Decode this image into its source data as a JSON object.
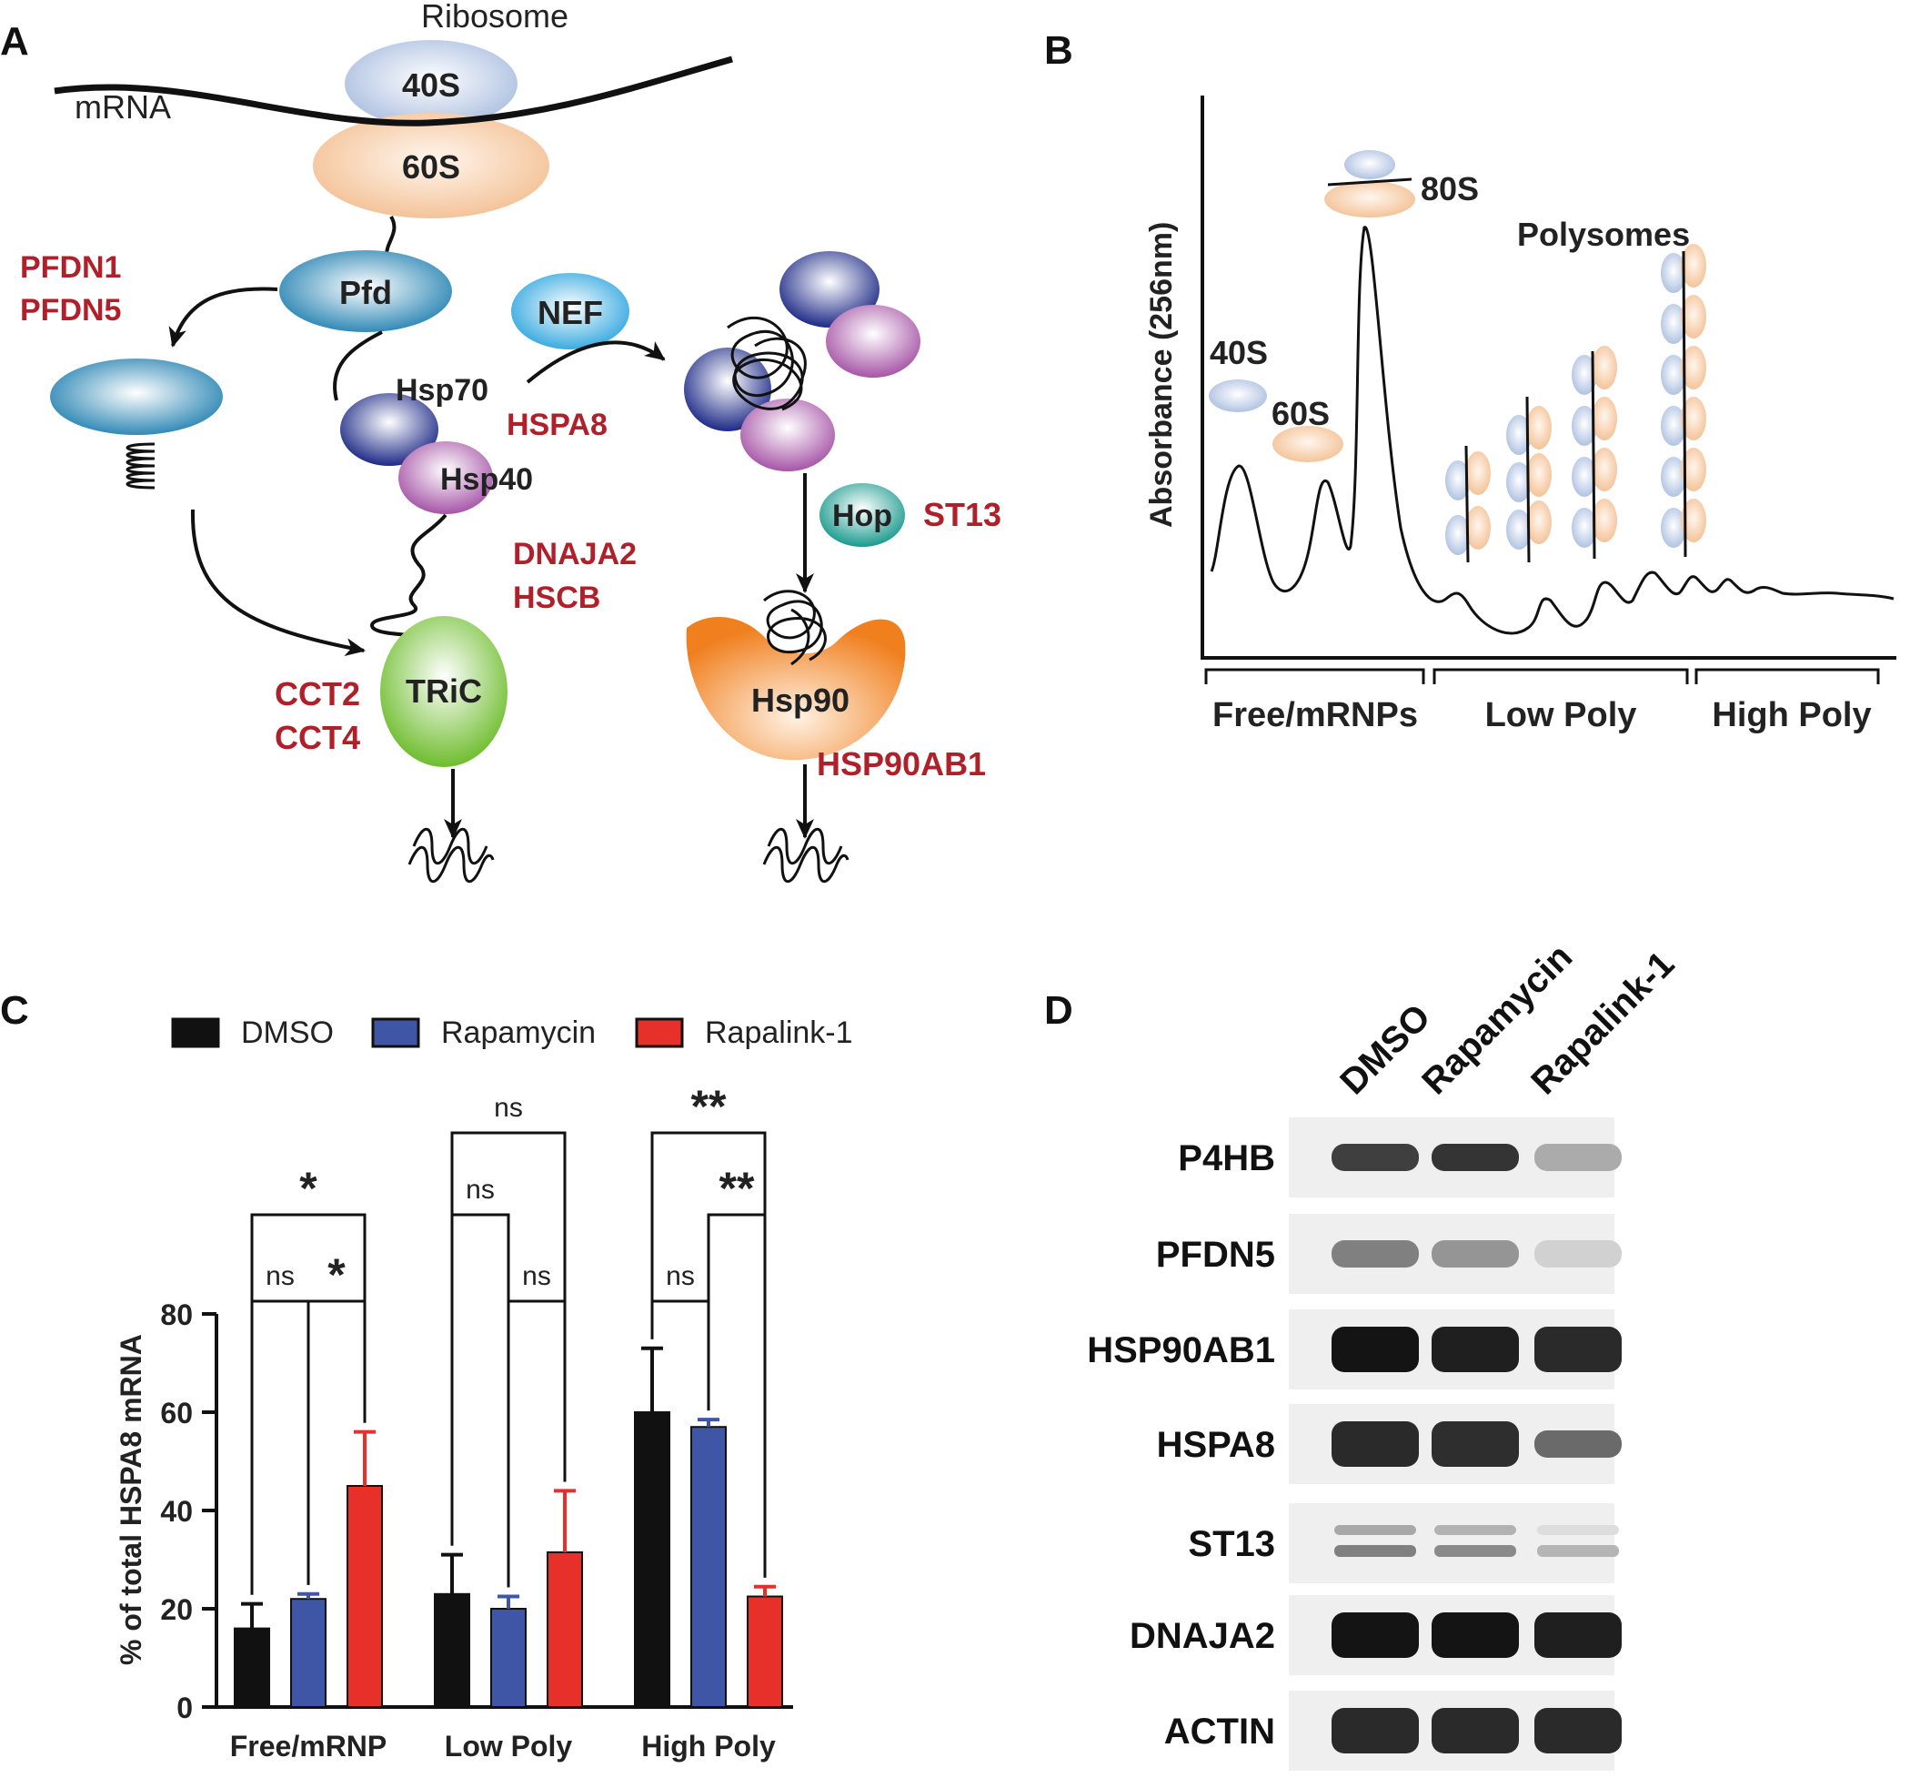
{
  "panels": {
    "a": "A",
    "b": "B",
    "c": "C",
    "d": "D"
  },
  "panel_a": {
    "ribosome": "Ribosome",
    "mrna": "mRNA",
    "sub40": "40S",
    "sub60": "60S",
    "pfd": "Pfd",
    "pfdn1": "PFDN1",
    "pfdn5": "PFDN5",
    "nef": "NEF",
    "hsp70": "Hsp70",
    "hspa8": "HSPA8",
    "hsp40": "Hsp40",
    "dnaja2": "DNAJA2",
    "hscb": "HSCB",
    "tric": "TRiC",
    "cct2": "CCT2",
    "cct4": "CCT4",
    "hop": "Hop",
    "st13": "ST13",
    "hsp90": "Hsp90",
    "hsp90ab1": "HSP90AB1"
  },
  "panel_b": {
    "ylabel": "Absorbance (256nm)",
    "peak40": "40S",
    "peak60": "60S",
    "peak80": "80S",
    "polysomes": "Polysomes",
    "fractions": [
      "Free/mRNPs",
      "Low Poly",
      "High Poly"
    ]
  },
  "chart_data": {
    "type": "bar",
    "title": "",
    "xlabel": "",
    "ylabel": "% of total HSPA8 mRNA",
    "ylim": [
      0,
      80
    ],
    "yticks": [
      "0",
      "20",
      "40",
      "60",
      "80"
    ],
    "categories": [
      "Free/mRNP",
      "Low Poly",
      "High Poly"
    ],
    "series": [
      {
        "name": "DMSO",
        "color": "#111111",
        "values": [
          16,
          23,
          60
        ],
        "errors": [
          5,
          8,
          13
        ]
      },
      {
        "name": "Rapamycin",
        "color": "#3f56a6",
        "values": [
          22,
          20,
          57
        ],
        "errors": [
          1,
          2.5,
          1.5
        ]
      },
      {
        "name": "Rapalink-1",
        "color": "#e8302a",
        "values": [
          45,
          31.5,
          22.5
        ],
        "errors": [
          11,
          12.5,
          2
        ]
      }
    ],
    "significance": [
      {
        "group": 0,
        "pair": [
          0,
          1
        ],
        "label": "ns",
        "tier": 1
      },
      {
        "group": 0,
        "pair": [
          1,
          2
        ],
        "label": "*",
        "tier": 1
      },
      {
        "group": 0,
        "pair": [
          0,
          2
        ],
        "label": "*",
        "tier": 2
      },
      {
        "group": 1,
        "pair": [
          0,
          1
        ],
        "label": "ns",
        "tier": 2
      },
      {
        "group": 1,
        "pair": [
          1,
          2
        ],
        "label": "ns",
        "tier": 1
      },
      {
        "group": 1,
        "pair": [
          0,
          2
        ],
        "label": "ns",
        "tier": 3
      },
      {
        "group": 2,
        "pair": [
          0,
          1
        ],
        "label": "ns",
        "tier": 1
      },
      {
        "group": 2,
        "pair": [
          1,
          2
        ],
        "label": "**",
        "tier": 2
      },
      {
        "group": 2,
        "pair": [
          0,
          2
        ],
        "label": "**",
        "tier": 3
      }
    ]
  },
  "panel_d": {
    "lanes": [
      "DMSO",
      "Rapamycin",
      "Rapalink-1"
    ],
    "blots": [
      {
        "label": "P4HB",
        "intensity": [
          0.8,
          0.85,
          0.3
        ]
      },
      {
        "label": "PFDN5",
        "intensity": [
          0.5,
          0.4,
          0.12
        ]
      },
      {
        "label": "HSP90AB1",
        "intensity": [
          1.0,
          0.95,
          0.9
        ]
      },
      {
        "label": "HSPA8",
        "intensity": [
          0.9,
          0.88,
          0.6
        ]
      },
      {
        "label": "ST13",
        "intensity": [
          0.5,
          0.45,
          0.25
        ]
      },
      {
        "label": "DNAJA2",
        "intensity": [
          1.0,
          1.0,
          0.95
        ]
      },
      {
        "label": "ACTIN",
        "intensity": [
          0.9,
          0.9,
          0.9
        ]
      }
    ]
  }
}
